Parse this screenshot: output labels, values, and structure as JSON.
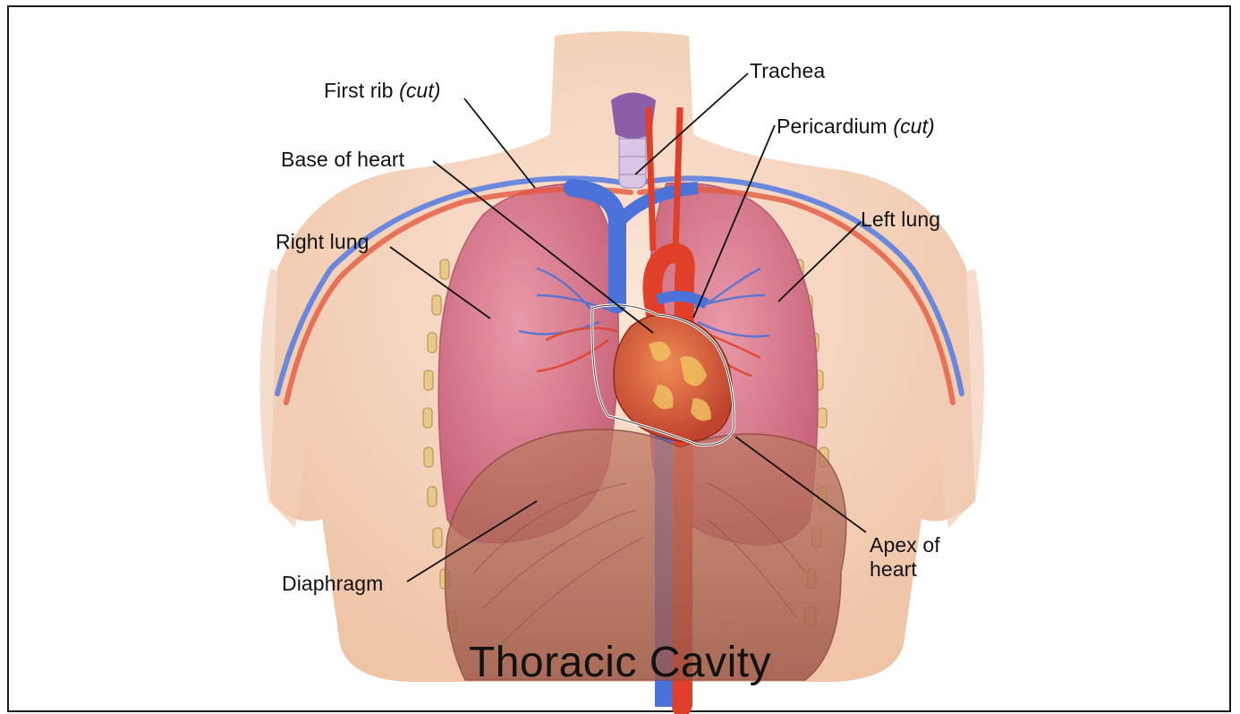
{
  "title": "Thoracic Cavity",
  "labels": {
    "first_rib": "First rib",
    "first_rib_note": "(cut)",
    "trachea": "Trachea",
    "pericardium": "Pericardium",
    "pericardium_note": "(cut)",
    "base_of_heart": "Base of heart",
    "left_lung": "Left lung",
    "right_lung": "Right lung",
    "apex_of_heart": "Apex of heart",
    "diaphragm": "Diaphragm"
  },
  "colors": {
    "skin": "#f6d9c4",
    "lung": "#d77d8f",
    "heart": "#d2553a",
    "artery": "#e0402a",
    "vein": "#4a72d8",
    "diaphragm": "#b06a5a"
  }
}
